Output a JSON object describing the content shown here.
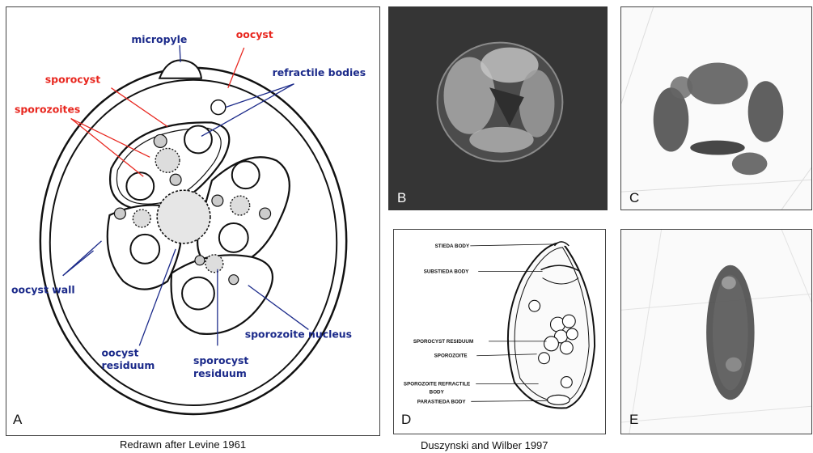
{
  "panel_a": {
    "letter": "A",
    "labels": {
      "micropyle": "micropyle",
      "oocyst": "oocyst",
      "sporocyst": "sporocyst",
      "refractile_bodies": "refractile bodies",
      "sporozoites": "sporozoites",
      "oocyst_wall": "oocyst wall",
      "sporozoite_nucleus": "sporozoite nucleus",
      "oocyst_residuum_1": "oocyst",
      "oocyst_residuum_2": "residuum",
      "sporocyst_residuum_1": "sporocyst",
      "sporocyst_residuum_2": "residuum"
    },
    "caption": "Redrawn after Levine 1961"
  },
  "panel_b": {
    "letter": "B"
  },
  "panel_c": {
    "letter": "C"
  },
  "panel_d": {
    "letter": "D",
    "labels": {
      "stieda": "STIEDA BODY",
      "substieda": "SUBSTIEDA BODY",
      "sporocyst_residuum": "SPOROCYST RESIDUUM",
      "sporozoite": "SPOROZOITE",
      "refractile_1": "SPOROZOITE REFRACTILE",
      "refractile_2": "BODY",
      "parastieda": "PARASTIEDA BODY"
    },
    "caption": "Duszynski and Wilber 1997"
  },
  "panel_e": {
    "letter": "E"
  },
  "colors": {
    "red_label": "#e8271f",
    "blue_label": "#1b2a8a",
    "dark_panel": "#353535"
  }
}
